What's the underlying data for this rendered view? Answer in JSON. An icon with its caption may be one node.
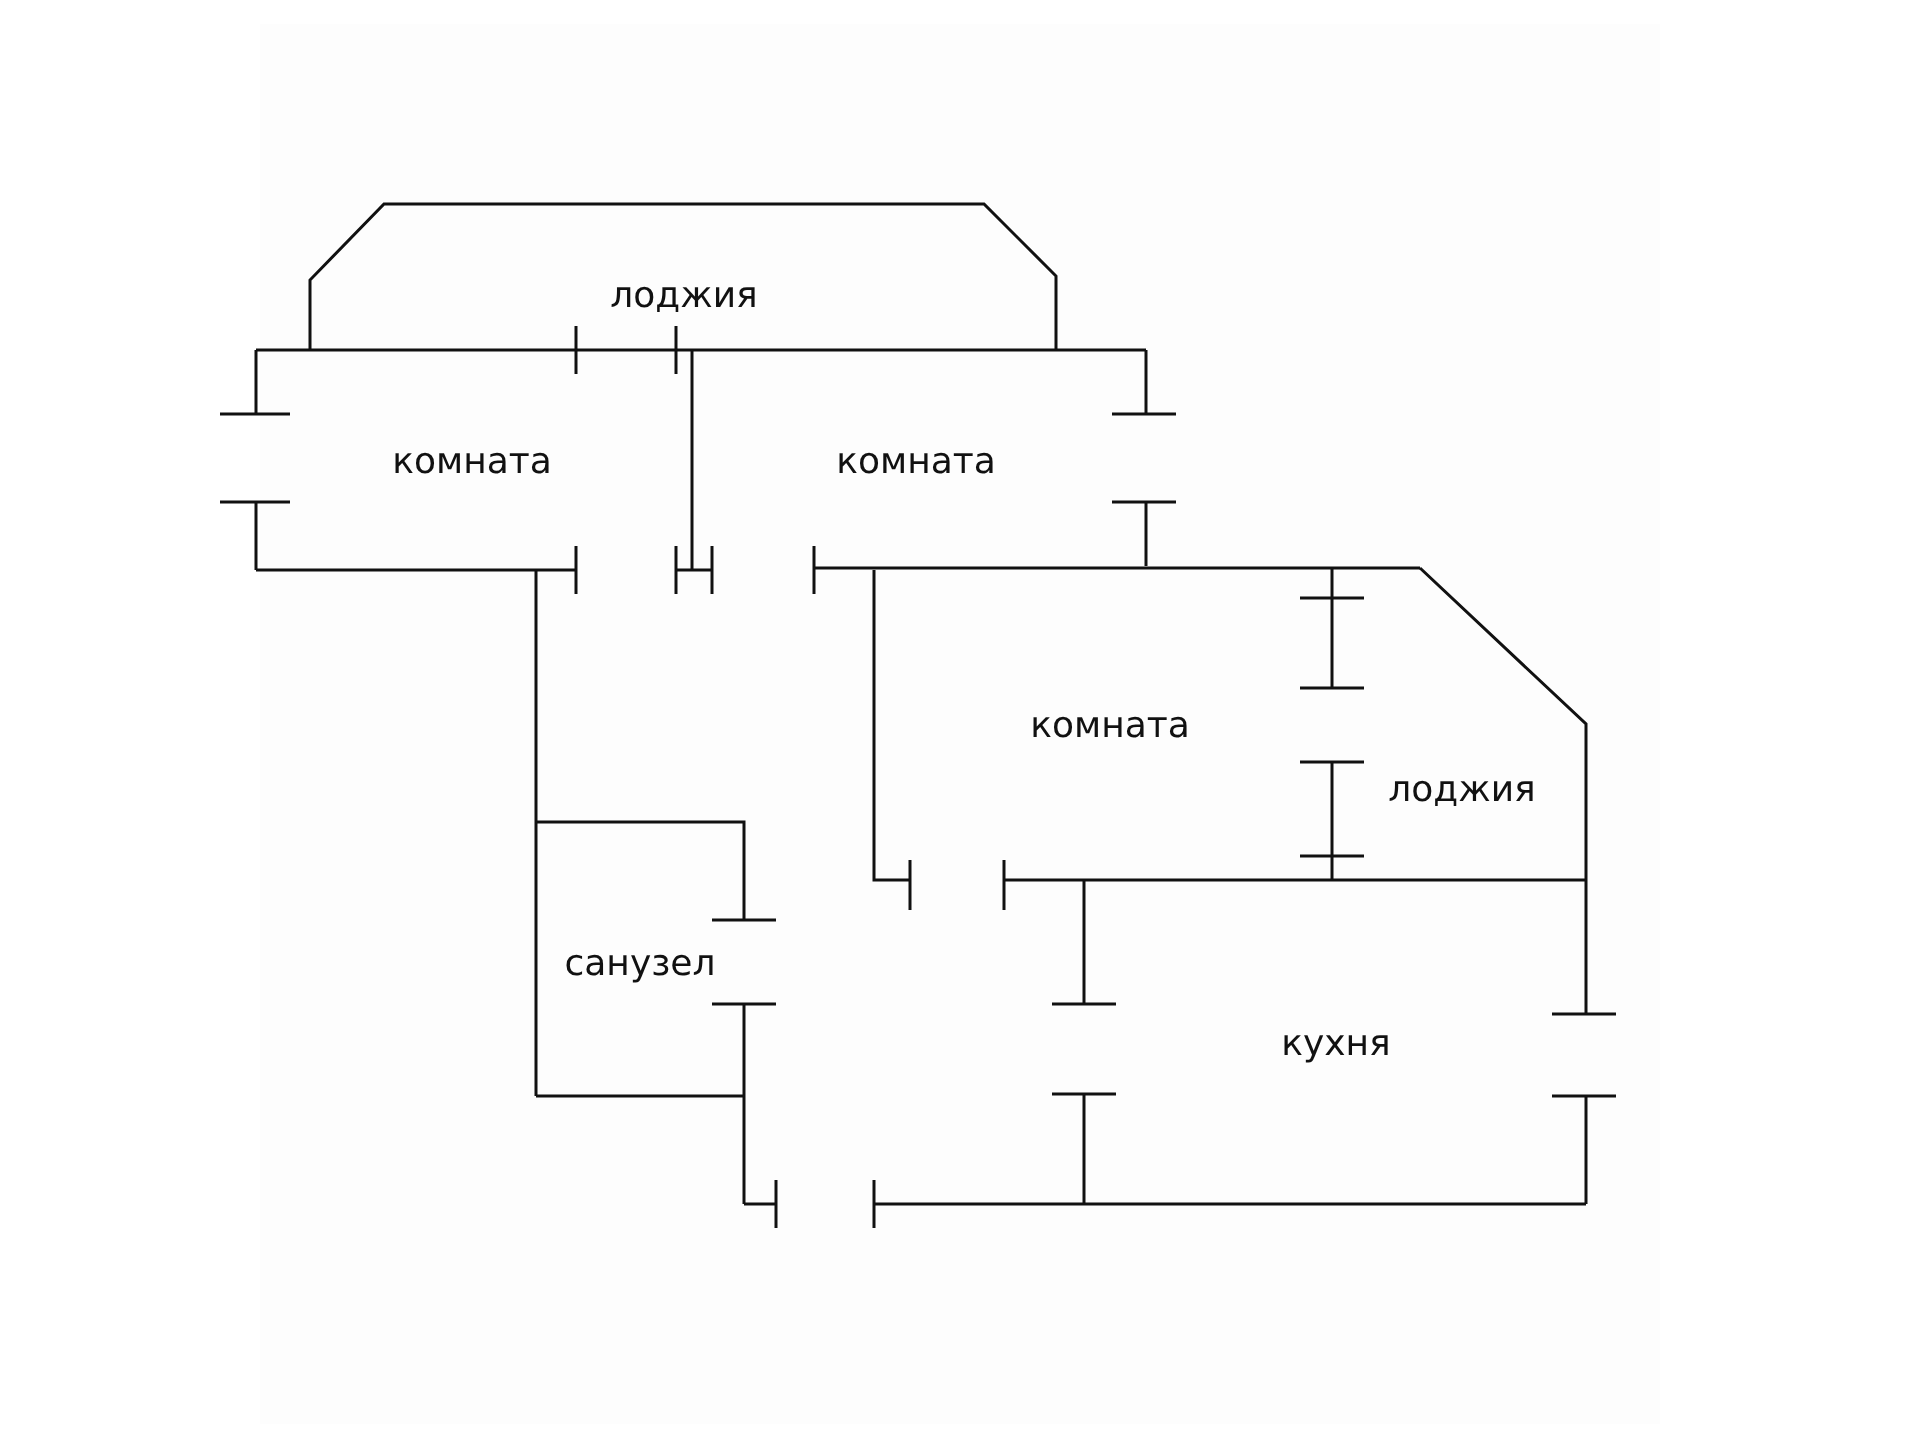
{
  "diagram": {
    "labels": [
      "лоджия",
      "комната",
      "комната",
      "комната",
      "лоджия",
      "санузел",
      "кухня"
    ]
  }
}
